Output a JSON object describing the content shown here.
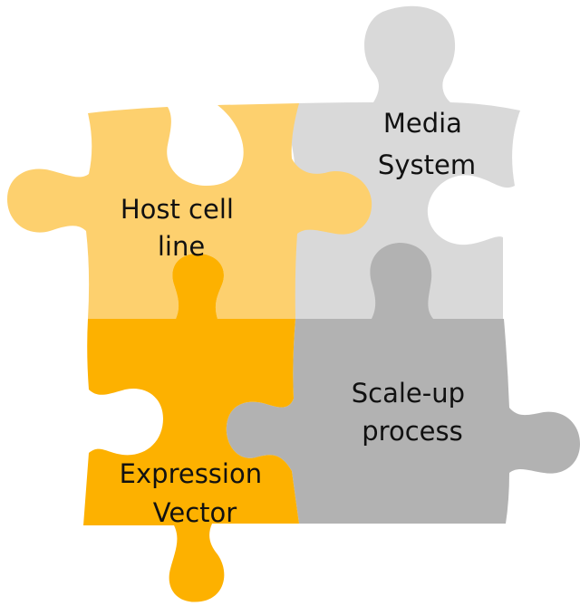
{
  "pieces": [
    {
      "id": "host-cell-line",
      "lines": [
        "Host cell",
        "line"
      ],
      "color": "#FDD06E"
    },
    {
      "id": "media-system",
      "lines": [
        "Media",
        "System"
      ],
      "color": "#D9D9D9"
    },
    {
      "id": "expression-vector",
      "lines": [
        "Expression",
        "Vector"
      ],
      "color": "#FDB100"
    },
    {
      "id": "scale-up-process",
      "lines": [
        "Scale-up",
        "process"
      ],
      "color": "#B2B2B2"
    }
  ]
}
